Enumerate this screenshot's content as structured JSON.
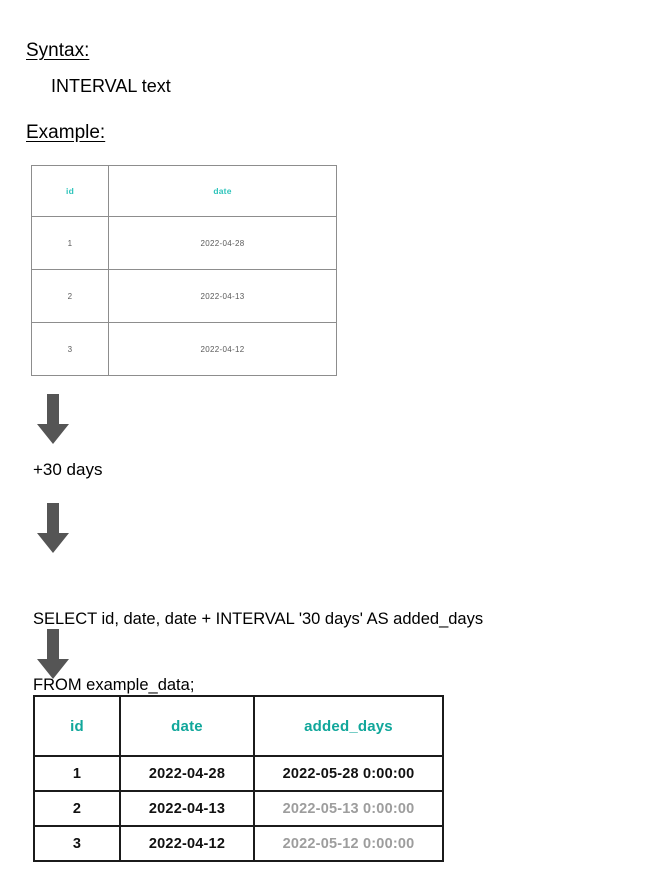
{
  "sections": {
    "syntax": {
      "heading": "Syntax:",
      "body": "INTERVAL text"
    },
    "example": {
      "heading": "Example:"
    }
  },
  "source_table": {
    "name": "example_data",
    "headers": [
      "id",
      "date"
    ],
    "rows": [
      {
        "id": "1",
        "date": "2022-04-28"
      },
      {
        "id": "2",
        "date": "2022-04-13"
      },
      {
        "id": "3",
        "date": "2022-04-12"
      }
    ],
    "header_color": "#2ec4bb",
    "body_color": "#5a5a5a",
    "border_color": "#8d8d8d"
  },
  "transform": {
    "label": "+30 days",
    "arrow_color": "#555555",
    "arrow_icon": "arrow-down-icon"
  },
  "query": {
    "line1": "SELECT id, date, date + INTERVAL '30 days' AS added_days",
    "line2": "FROM example_data;"
  },
  "result_table": {
    "headers": [
      "id",
      "date",
      "added_days"
    ],
    "rows": [
      {
        "id": "1",
        "date": "2022-04-28",
        "added_days": "2022-05-28 0:00:00",
        "added_days_muted": false
      },
      {
        "id": "2",
        "date": "2022-04-13",
        "added_days": "2022-05-13 0:00:00",
        "added_days_muted": true
      },
      {
        "id": "3",
        "date": "2022-04-12",
        "added_days": "2022-05-12 0:00:00",
        "added_days_muted": true
      }
    ],
    "header_color": "#11a79b",
    "body_color": "#111111",
    "muted_color": "#9d9d9d",
    "border_color": "#1b1b1b"
  }
}
